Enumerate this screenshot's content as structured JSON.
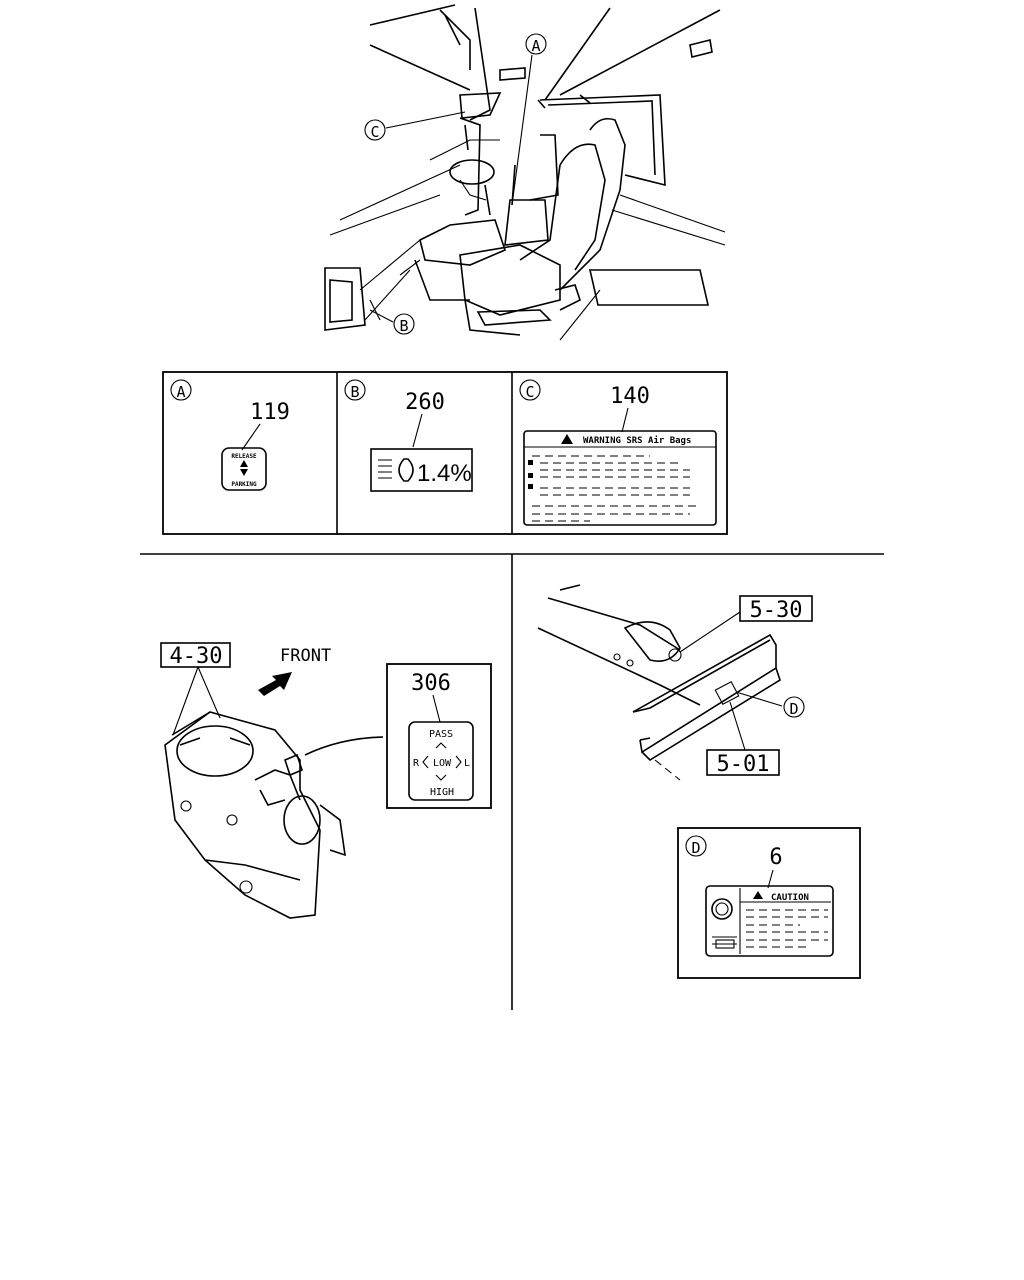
{
  "callouts": {
    "a": "A",
    "b": "B",
    "c": "C",
    "d": "D"
  },
  "panel_a": {
    "letter": "A",
    "number": "119",
    "label_top": "RELEASE",
    "label_bottom": "PARKING"
  },
  "panel_b": {
    "letter": "B",
    "number": "260",
    "label_text": "1.4%"
  },
  "panel_c": {
    "letter": "C",
    "number": "140",
    "label_header": "WARNING SRS Air Bags"
  },
  "left_section": {
    "ref_box": "4-30",
    "front_label": "FRONT",
    "detail_number": "306",
    "switch_pass": "PASS",
    "switch_r": "R",
    "switch_low": "LOW",
    "switch_l": "L",
    "switch_high": "HIGH"
  },
  "right_section": {
    "ref_top": "5-30",
    "ref_bottom": "5-01",
    "callout": "D"
  },
  "panel_d": {
    "letter": "D",
    "number": "6",
    "label_header": "CAUTION"
  }
}
